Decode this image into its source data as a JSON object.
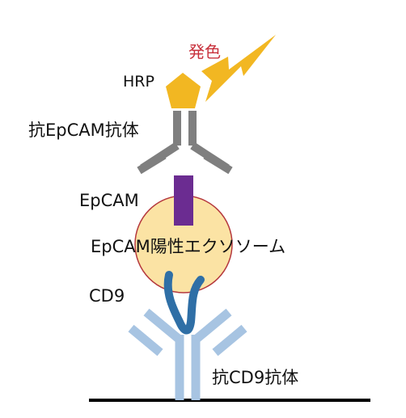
{
  "labels": {
    "color_development": "発色",
    "hrp": "HRP",
    "anti_epcam_antibody": "抗EpCAM抗体",
    "epcam": "EpCAM",
    "epcam_positive_exosome": "EpCAM陽性エクソソーム",
    "cd9": "CD9",
    "anti_cd9_antibody": "抗CD9抗体"
  },
  "colors": {
    "hrp": "#f2b722",
    "lightning": "#f2b722",
    "anti_epcam_antibody": "#7f7f7f",
    "epcam": "#6b2c91",
    "exosome_fill": "#fbe3a4",
    "exosome_border": "#b5393e",
    "cd9": "#2f6fa6",
    "anti_cd9_antibody": "#a7c4e2",
    "baseline": "#000000",
    "red_text": "#c8313c"
  }
}
